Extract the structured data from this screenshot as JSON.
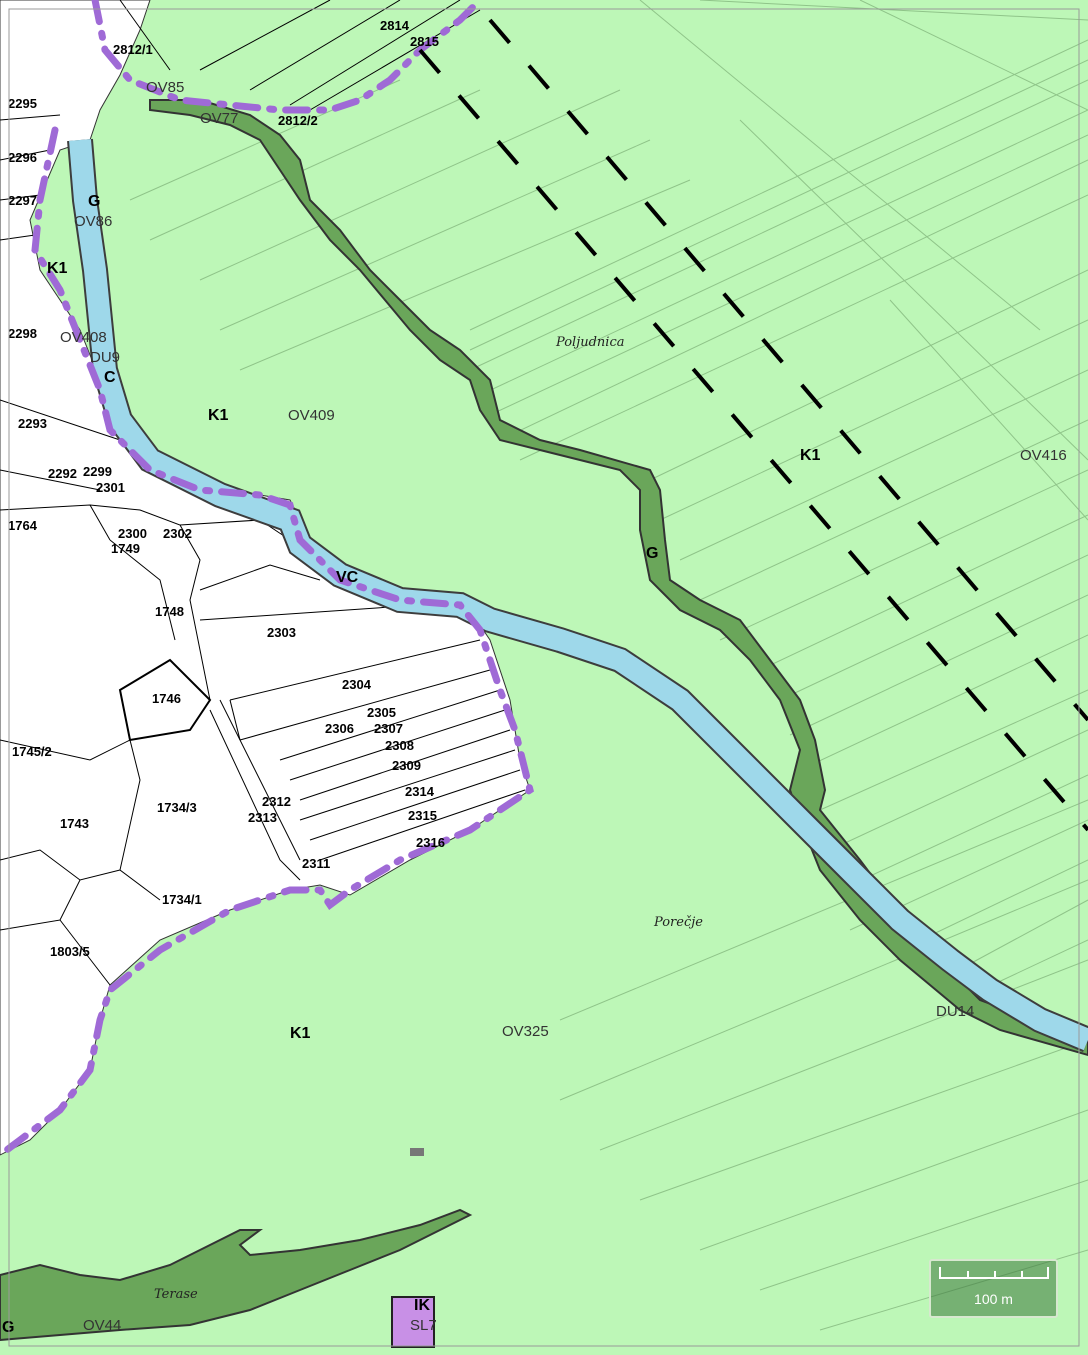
{
  "colors": {
    "agricultural": "#bdf7b7",
    "forest": "#6aa65a",
    "water": "#9ed8ea",
    "urban": "#ffffff",
    "boundary": "#9f6ad6",
    "parcel_line": "#000000",
    "special_area": "#c890e6"
  },
  "zone_labels": {
    "k1_a": "K1",
    "k1_b": "K1",
    "k1_c": "K1",
    "k1_d": "K1",
    "g_a": "G",
    "g_b": "G",
    "g_c": "G",
    "vc_a": "VC",
    "vc_b": "C",
    "ik": "IK"
  },
  "ov_labels": {
    "ov85": "OV85",
    "ov77": "OV77",
    "ov86": "OV86",
    "ov408": "OV408",
    "du9": "DU9",
    "ov409": "OV409",
    "ov416": "OV416",
    "ov325": "OV325",
    "du14": "DU14",
    "ov44": "OV44",
    "sl7": "SL7"
  },
  "place_names": {
    "poljudnica": "Poljudnica",
    "porecje": "Porečje",
    "terase": "Terase"
  },
  "parcels": {
    "p2814": "2814",
    "p2815": "2815",
    "p2812_1": "2812/1",
    "p2812_2": "2812/2",
    "p2295": "2295",
    "p2296": "2296",
    "p2297": "2297",
    "p2298": "2298",
    "p2293": "2293",
    "p2292": "2292",
    "p2299": "2299",
    "p2301": "2301",
    "p1764": "1764",
    "p2300": "2300",
    "p1749": "1749",
    "p2302": "2302",
    "p1748": "1748",
    "p2303": "2303",
    "p2304": "2304",
    "p2305": "2305",
    "p2306": "2306",
    "p2307": "2307",
    "p2308": "2308",
    "p2309": "2309",
    "p1746": "1746",
    "p1745_2": "1745/2",
    "p1734_3": "1734/3",
    "p2312": "2312",
    "p2313": "2313",
    "p2314": "2314",
    "p2315": "2315",
    "p1743": "1743",
    "p2316": "2316",
    "p2311": "2311",
    "p1734_1": "1734/1",
    "p1803_5": "1803/5"
  },
  "scale": {
    "label": "100 m"
  }
}
